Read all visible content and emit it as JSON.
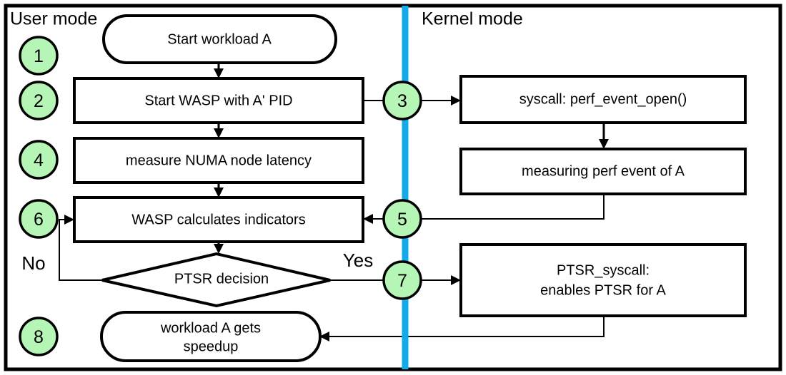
{
  "diagram": {
    "title_left": "User mode",
    "title_right": "Kernel mode",
    "divider_color": "#14a9e8",
    "step_circle_color": "#b5f5b5",
    "border_color": "#000000",
    "background_color": "#ffffff"
  },
  "steps": [
    {
      "num": "1"
    },
    {
      "num": "2"
    },
    {
      "num": "3"
    },
    {
      "num": "4"
    },
    {
      "num": "5"
    },
    {
      "num": "6"
    },
    {
      "num": "7"
    },
    {
      "num": "8"
    }
  ],
  "nodes": {
    "start_workload": {
      "label": "Start workload A",
      "shape": "stadium",
      "side": "user"
    },
    "start_wasp": {
      "label": "Start WASP with A' PID",
      "shape": "rect",
      "side": "user"
    },
    "measure_numa": {
      "label": "measure NUMA node latency",
      "shape": "rect",
      "side": "user"
    },
    "wasp_calculates": {
      "label": "WASP calculates indicators",
      "shape": "rect",
      "side": "user"
    },
    "ptsr_decision": {
      "label": "PTSR decision",
      "shape": "diamond",
      "side": "user"
    },
    "workload_speedup": {
      "label_line1": "workload A gets",
      "label_line2": "speedup",
      "shape": "stadium",
      "side": "user"
    },
    "syscall_perf_open": {
      "label": "syscall: perf_event_open()",
      "shape": "rect",
      "side": "kernel"
    },
    "measuring_perf": {
      "label": "measuring perf event of A",
      "shape": "rect",
      "side": "kernel"
    },
    "ptsr_syscall": {
      "label_line1": "PTSR_syscall:",
      "label_line2": "enables PTSR for A",
      "shape": "rect",
      "side": "kernel"
    }
  },
  "branch_labels": {
    "no": "No",
    "yes": "Yes"
  }
}
